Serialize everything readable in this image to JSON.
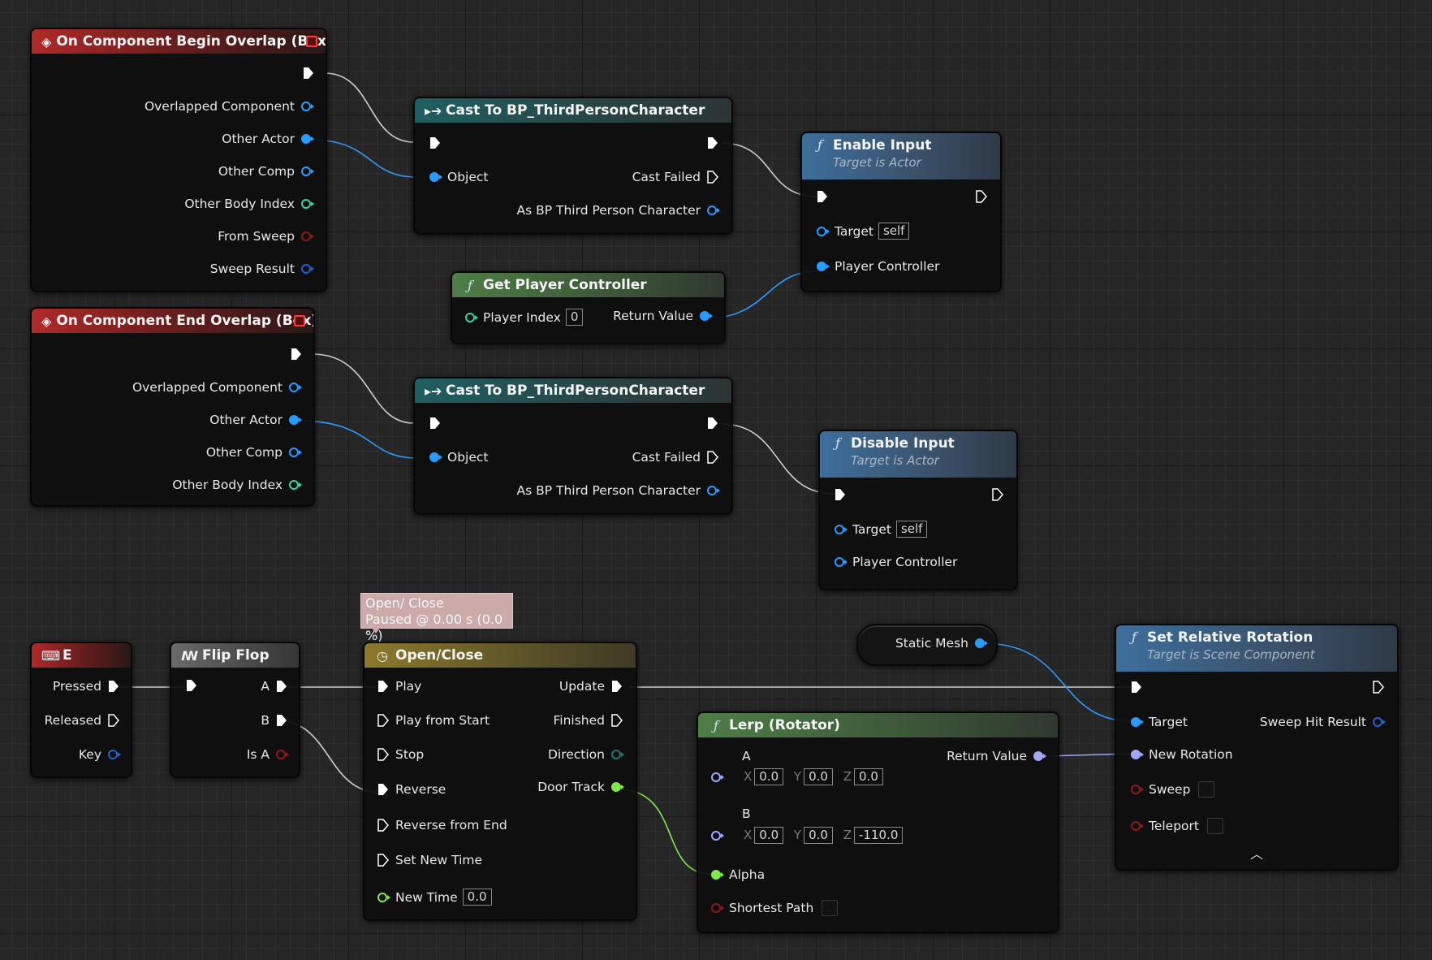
{
  "comment": {
    "line1": "Open/ Close",
    "line2": "Paused @ 0.00 s (0.0 %)"
  },
  "begin_overlap": {
    "title": "On Component Begin Overlap (Box)",
    "pins": [
      "Overlapped Component",
      "Other Actor",
      "Other Comp",
      "Other Body Index",
      "From Sweep",
      "Sweep Result"
    ]
  },
  "end_overlap": {
    "title": "On Component End Overlap (Box)",
    "pins": [
      "Overlapped Component",
      "Other Actor",
      "Other Comp",
      "Other Body Index"
    ]
  },
  "cast": {
    "title": "Cast To BP_ThirdPersonCharacter",
    "object": "Object",
    "cast_failed": "Cast Failed",
    "as_output": "As BP Third Person Character"
  },
  "enable_input": {
    "title": "Enable Input",
    "subtitle": "Target is Actor",
    "target": "Target",
    "target_value": "self",
    "player_controller": "Player Controller"
  },
  "disable_input": {
    "title": "Disable Input",
    "subtitle": "Target is Actor",
    "target": "Target",
    "target_value": "self",
    "player_controller": "Player Controller"
  },
  "get_player_controller": {
    "title": "Get Player Controller",
    "player_index": "Player Index",
    "player_index_value": "0",
    "return_value": "Return Value"
  },
  "key_e": {
    "title": "E",
    "pressed": "Pressed",
    "released": "Released",
    "key": "Key"
  },
  "flip_flop": {
    "title": "Flip Flop",
    "a": "A",
    "b": "B",
    "is_a": "Is A"
  },
  "timeline": {
    "title": "Open/Close",
    "inputs": [
      "Play",
      "Play from Start",
      "Stop",
      "Reverse",
      "Reverse from End",
      "Set New Time"
    ],
    "new_time": "New Time",
    "new_time_value": "0.0",
    "outputs": [
      "Update",
      "Finished",
      "Direction",
      "Door Track"
    ]
  },
  "static_mesh": {
    "label": "Static Mesh"
  },
  "lerp": {
    "title": "Lerp (Rotator)",
    "a": "A",
    "b": "B",
    "return_value": "Return Value",
    "a_x": "0.0",
    "a_y": "0.0",
    "a_z": "0.0",
    "b_x": "0.0",
    "b_y": "0.0",
    "b_z": "-110.0",
    "axis_x": "X",
    "axis_y": "Y",
    "axis_z": "Z",
    "alpha": "Alpha",
    "shortest_path": "Shortest Path"
  },
  "set_rotation": {
    "title": "Set Relative Rotation",
    "subtitle": "Target is Scene Component",
    "target": "Target",
    "sweep_hit_result": "Sweep Hit Result",
    "new_rotation": "New Rotation",
    "sweep": "Sweep",
    "teleport": "Teleport"
  },
  "pin_colors": {
    "exec": "#ffffff",
    "object": "#2a9cff",
    "integer": "#37d4a2",
    "boolean": "#8f1a1a",
    "struct": "#1a63d0",
    "float": "#7fe84a",
    "rotator": "#9ea8ff"
  }
}
